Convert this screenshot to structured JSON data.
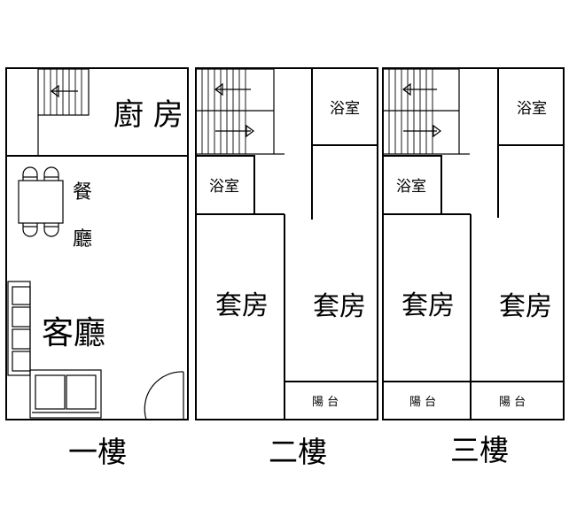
{
  "floors": [
    {
      "name": "一樓",
      "rooms": {
        "kitchen": "廚 房",
        "dining_1": "餐",
        "dining_2": "廳",
        "living": "客廳"
      }
    },
    {
      "name": "二樓",
      "rooms": {
        "bath_top": "浴室",
        "bath_left": "浴室",
        "suite_left": "套房",
        "suite_right": "套房",
        "balcony": "陽 台"
      }
    },
    {
      "name": "三樓",
      "rooms": {
        "bath_top": "浴室",
        "bath_left": "浴室",
        "suite_left": "套房",
        "suite_right": "套房",
        "balcony_left": "陽 台",
        "balcony_right": "陽 台"
      }
    }
  ]
}
